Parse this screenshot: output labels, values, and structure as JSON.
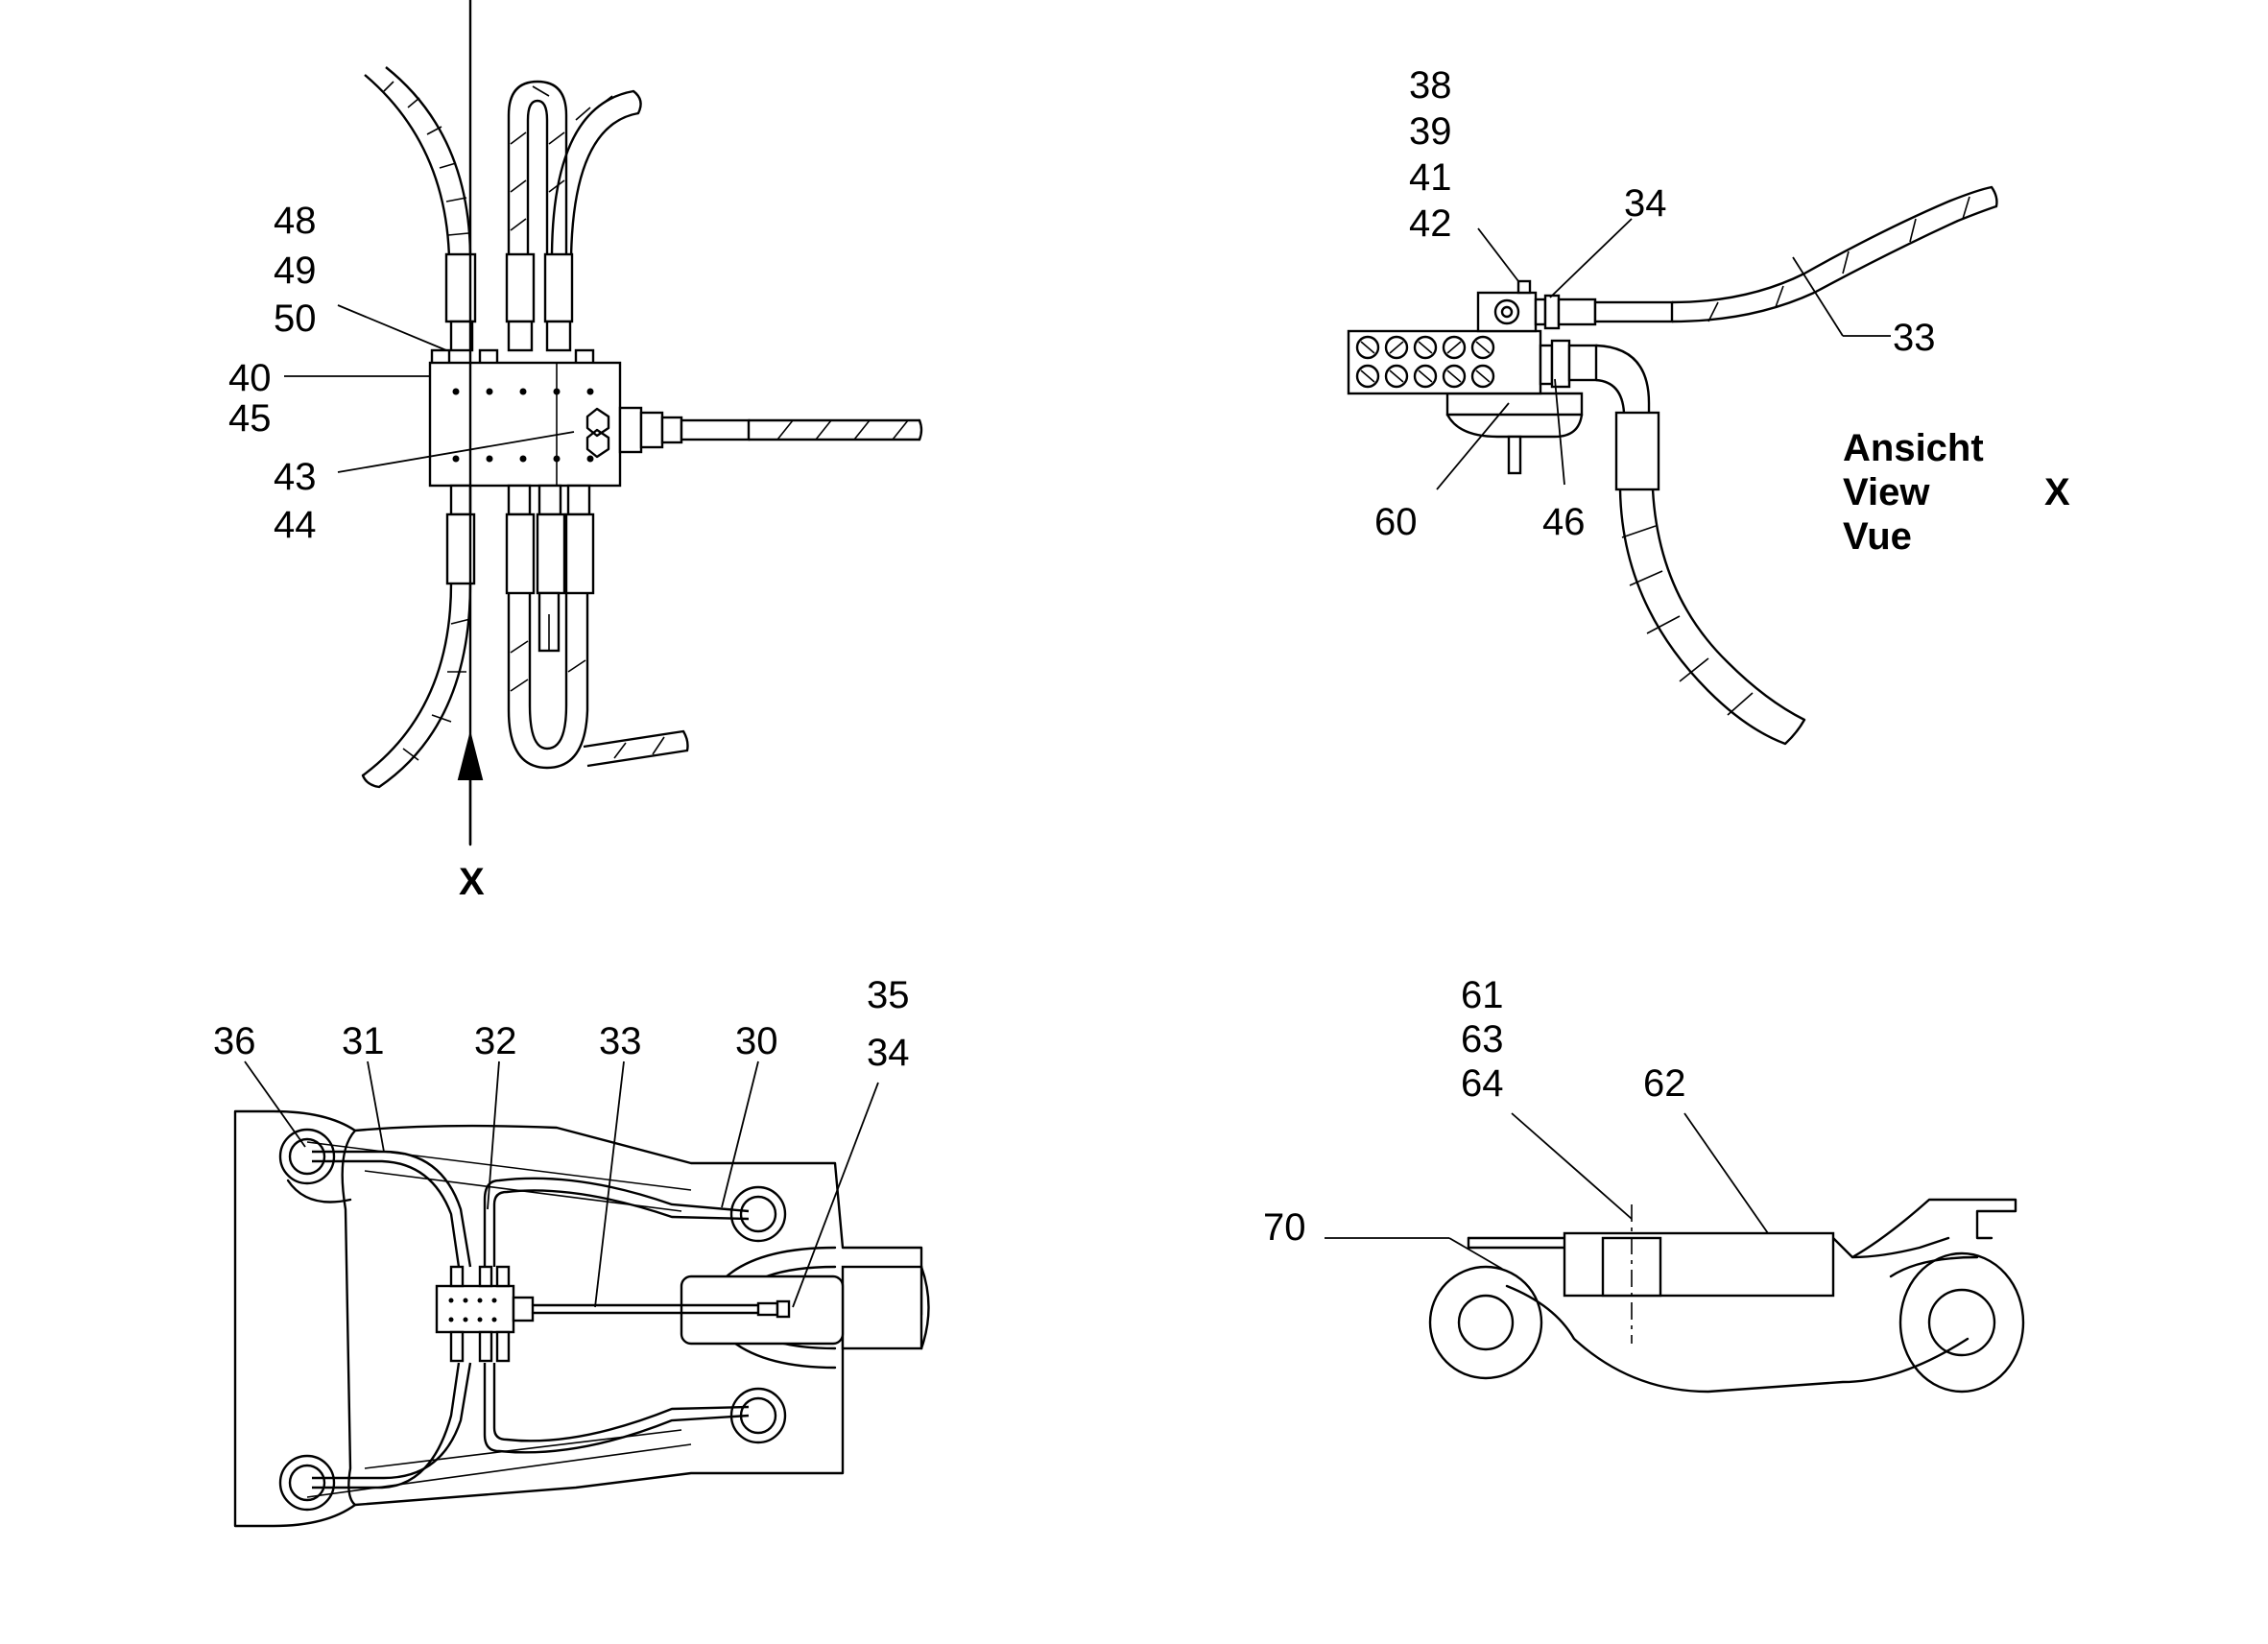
{
  "labels": {
    "v1_48": "48",
    "v1_49": "49",
    "v1_50": "50",
    "v1_40": "40",
    "v1_45": "45",
    "v1_43": "43",
    "v1_44": "44",
    "v1_x": "X",
    "v2_38": "38",
    "v2_39": "39",
    "v2_41": "41",
    "v2_42": "42",
    "v2_34": "34",
    "v2_33": "33",
    "v2_60": "60",
    "v2_46": "46",
    "v2_ansicht": "Ansicht",
    "v2_view": "View",
    "v2_vue": "Vue",
    "v2_x": "X",
    "v3_36": "36",
    "v3_31": "31",
    "v3_32": "32",
    "v3_33": "33",
    "v3_30": "30",
    "v3_35": "35",
    "v3_34": "34",
    "v4_61": "61",
    "v4_63": "63",
    "v4_64": "64",
    "v4_62": "62",
    "v4_70": "70"
  }
}
